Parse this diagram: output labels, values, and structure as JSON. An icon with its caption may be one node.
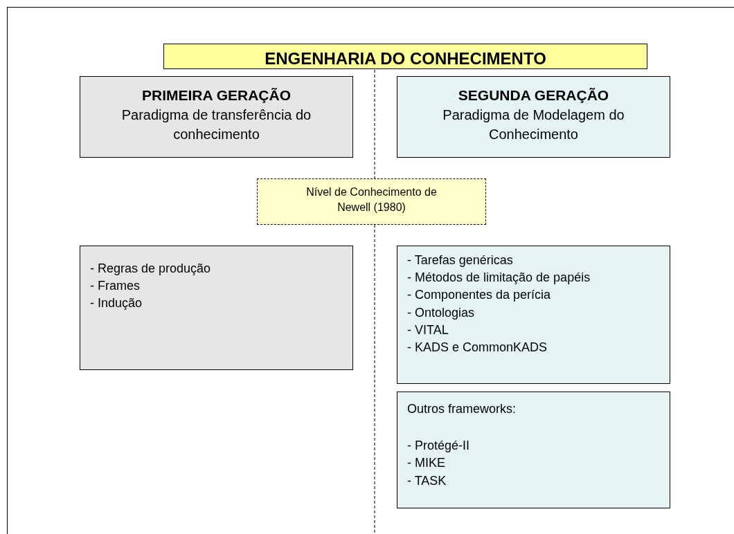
{
  "diagram": {
    "nodes": [
      {
        "text": [
          "ENGENHARIA DO CONHECIMENTO"
        ]
      },
      {
        "text": [
          "PRIMEIRA GERAÇÃO",
          "Paradigma de transferência do conhecimento"
        ]
      },
      {
        "text": [
          "SEGUNDA GERAÇÃO",
          "Paradigma de Modelagem do Conhecimento"
        ]
      },
      {
        "text": [
          "Nível de Conhecimento de Newell (1980)"
        ]
      },
      {
        "text": [
          "- Regras de produção",
          "- Frames",
          "- Indução"
        ]
      },
      {
        "text": [
          "- Tarefas genéricas",
          "- Métodos de limitação de papéis",
          "- Componentes da perícia",
          "- Ontologias",
          "- VITAL",
          "- KADS e CommonKADS"
        ]
      },
      {
        "text": [
          "Outros frameworks:",
          "- Protégé-II",
          "- MIKE",
          "- TASK"
        ]
      }
    ]
  }
}
